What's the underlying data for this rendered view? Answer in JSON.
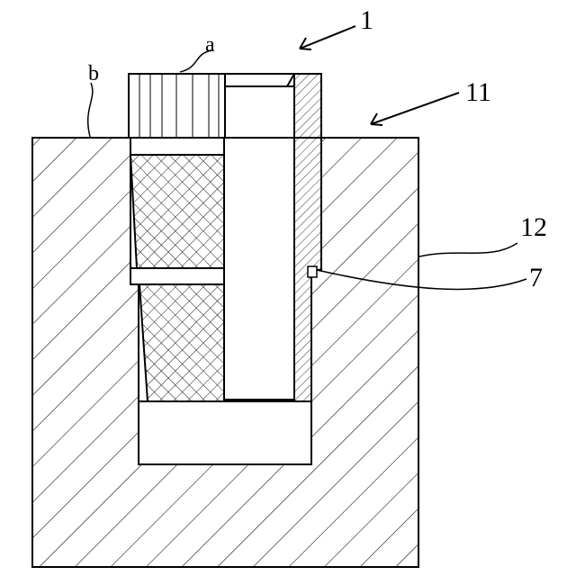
{
  "diagram": {
    "labels": {
      "a": "a",
      "b": "b",
      "part_1": "1",
      "part_11": "11",
      "part_12": "12",
      "part_7": "7"
    },
    "colors": {
      "line": "#000000",
      "background": "#ffffff"
    }
  }
}
